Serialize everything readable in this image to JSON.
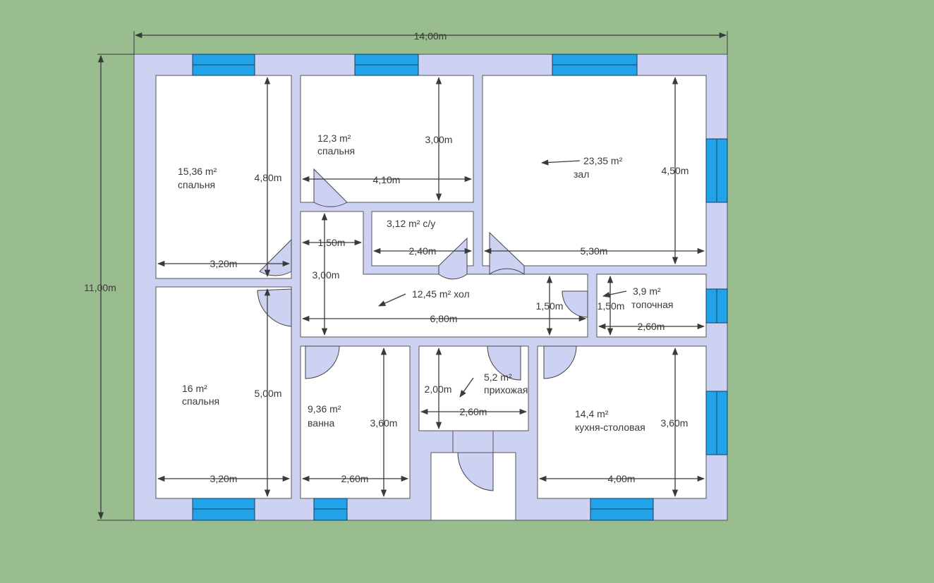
{
  "overall": {
    "width_label": "14,00m",
    "height_label": "11,00m"
  },
  "rooms": {
    "bedroom1": {
      "area": "15,36 m²",
      "name": "спальня",
      "dim_v": "4,80m",
      "dim_h": "3,20m"
    },
    "bedroom2": {
      "area": "12,3 m²",
      "name": "спальня",
      "dim_v": "3,00m",
      "dim_h": "4,10m"
    },
    "hall_living": {
      "area": "23,35 m²",
      "name": "зал",
      "dim_v": "4,50m",
      "dim_h": "5,30m"
    },
    "wc": {
      "area_name": "3,12 m² с/у",
      "dim_h": "2,40m"
    },
    "corridor": {
      "area_name": "12,45 m² хол",
      "dim_w": "1,50m",
      "dim_v": "3,00m",
      "dim_h": "6,80m",
      "dim_v2": "1,50m"
    },
    "boiler": {
      "area": "3,9 m²",
      "name": "топочная",
      "dim_v": "1,50m",
      "dim_h": "2,60m"
    },
    "bedroom3": {
      "area": "16 m²",
      "name": "спальня",
      "dim_v": "5,00m",
      "dim_h": "3,20m"
    },
    "bath": {
      "area": "9,36 m²",
      "name": "ванна",
      "dim_v": "3,60m",
      "dim_h": "2,60m"
    },
    "entry": {
      "area": "5,2 m²",
      "name": "прихожая",
      "dim_v": "2,00m",
      "dim_h": "2,60m"
    },
    "kitchen": {
      "area": "14,4 m²",
      "name": "кухня-столовая",
      "dim_v": "3,60m",
      "dim_h": "4,00m"
    }
  },
  "colors": {
    "background": "#9abd8f",
    "wall": "#cdd2f3",
    "window": "#21a3ea",
    "room": "#ffffff"
  }
}
